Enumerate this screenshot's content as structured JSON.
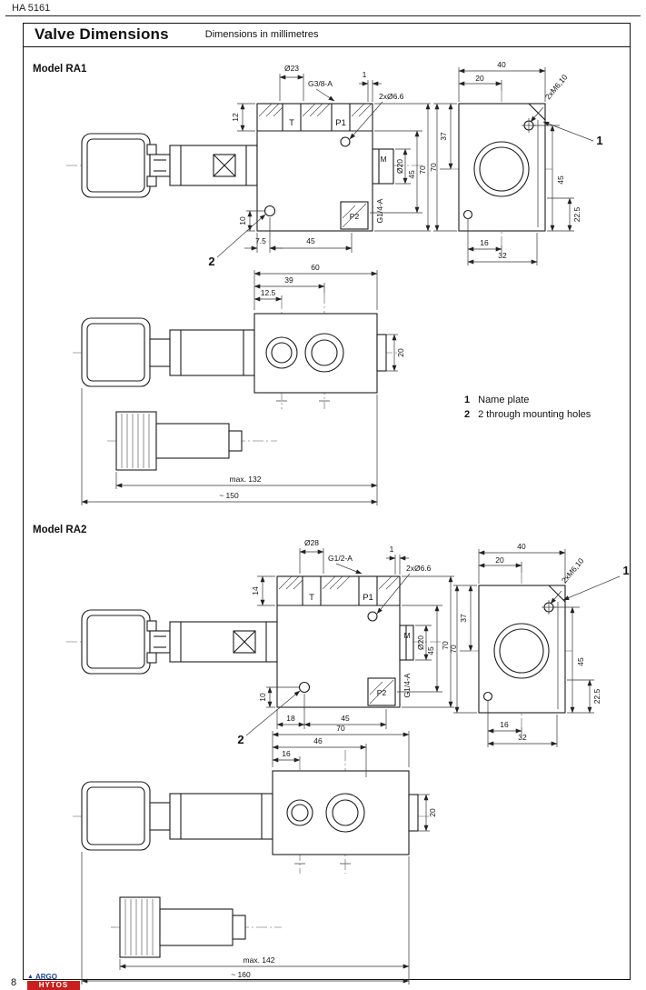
{
  "header": {
    "doc_code": "HA 5161"
  },
  "title_bar": {
    "title": "Valve Dimensions",
    "subtitle": "Dimensions in millimetres"
  },
  "models": {
    "ra1": {
      "label": "Model RA1"
    },
    "ra2": {
      "label": "Model RA2"
    }
  },
  "legend": {
    "items": [
      {
        "num": "1",
        "text": "Name plate"
      },
      {
        "num": "2",
        "text": "2 through mounting holes"
      }
    ]
  },
  "ra1": {
    "side": {
      "dia_coil": "Ø23",
      "thread_top": "G3/8-A",
      "dim_1": "1",
      "holes": "2xØ6.6",
      "dim_12": "12",
      "port_t": "T",
      "port_p1": "P1",
      "port_m": "M",
      "dia_port": "Ø20",
      "dim_45_right": "45",
      "dim_70": "70",
      "thread_side": "G1/4-A",
      "port_p2": "P2",
      "dim_10": "10",
      "dim_7_5": "7.5",
      "dim_45_bottom": "45",
      "callout": "2"
    },
    "end": {
      "dim_40": "40",
      "dim_20": "20",
      "bolts": "2xM6,10",
      "dim_37": "37",
      "dim_70": "70",
      "dim_45": "45",
      "dim_22_5": "22.5",
      "dim_16": "16",
      "dim_32": "32",
      "callout": "1"
    },
    "top": {
      "dim_60": "60",
      "dim_39": "39",
      "dim_12_5": "12.5",
      "dim_20": "20",
      "dim_max": "max. 132",
      "dim_overall": "~ 150"
    }
  },
  "ra2": {
    "side": {
      "dia_coil": "Ø28",
      "thread_top": "G1/2-A",
      "dim_1": "1",
      "holes": "2xØ6.6",
      "dim_14": "14",
      "port_t": "T",
      "port_p1": "P1",
      "port_m": "M",
      "dia_port": "Ø20",
      "dim_45_right": "45",
      "dim_70": "70",
      "thread_side": "G1/4-A",
      "port_p2": "P2",
      "dim_10": "10",
      "dim_18": "18",
      "dim_45_bottom": "45",
      "callout": "2"
    },
    "end": {
      "dim_40": "40",
      "dim_20": "20",
      "bolts": "2xM6,10",
      "dim_37": "37",
      "dim_70": "70",
      "dim_45": "45",
      "dim_22_5": "22.5",
      "dim_16": "16",
      "dim_32": "32",
      "callout": "1"
    },
    "top": {
      "dim_70": "70",
      "dim_46": "46",
      "dim_16": "16",
      "dim_20": "20",
      "dim_max": "max. 142",
      "dim_overall": "~ 160"
    }
  },
  "footer": {
    "page_number": "8",
    "logo_line1": "ARGO",
    "logo_line2": "HYTOS"
  }
}
